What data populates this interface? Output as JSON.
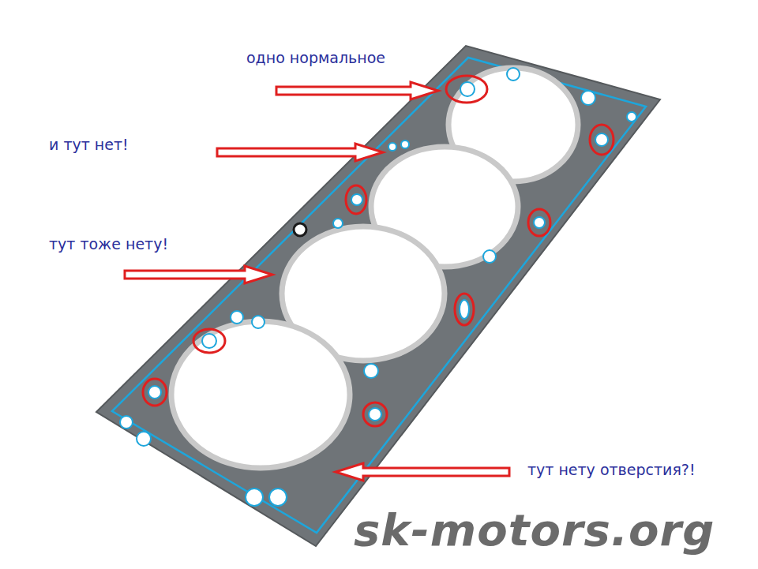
{
  "diagram": {
    "labels": [
      "одно нормальное",
      "и тут нет!",
      "тут тоже нету!",
      "тут нету отверстия?!",
      "sk-motors.org"
    ]
  }
}
